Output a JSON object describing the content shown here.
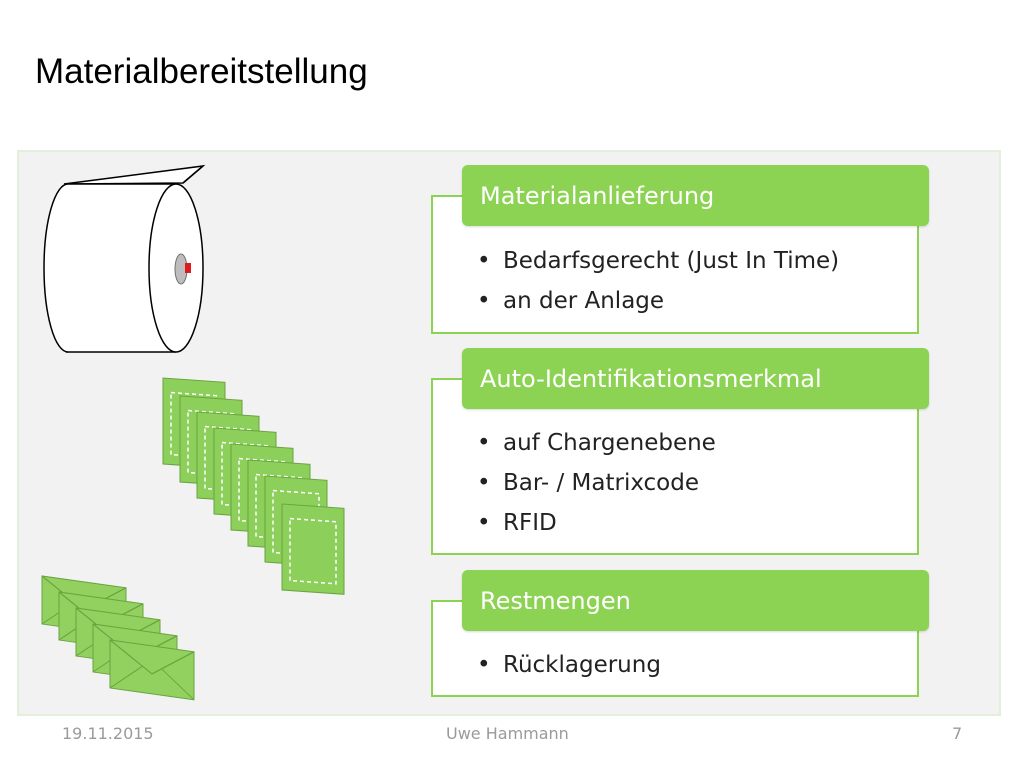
{
  "slide": {
    "title": "Materialbereitstellung",
    "sections": [
      {
        "heading": "Materialanlieferung",
        "bullets": [
          "Bedarfsgerecht (Just In Time)",
          "an der Anlage"
        ]
      },
      {
        "heading": "Auto-Identifikationsmerkmal",
        "bullets": [
          "auf Chargenebene",
          "Bar- / Matrixcode",
          "RFID"
        ]
      },
      {
        "heading": "Restmengen",
        "bullets": [
          "Rücklagerung"
        ]
      }
    ],
    "illustrations": [
      "material-roll-icon",
      "document-stack-icon",
      "envelope-stack-icon"
    ]
  },
  "footer": {
    "date": "19.11.2015",
    "author": "Uwe Hammann",
    "page": "7"
  },
  "colors": {
    "accent_green": "#8dd353",
    "panel_bg": "#f2f2f2",
    "doc_green": "#8ccf5a",
    "envelope_green": "#92d160",
    "footer_text": "#9a9a9a"
  }
}
